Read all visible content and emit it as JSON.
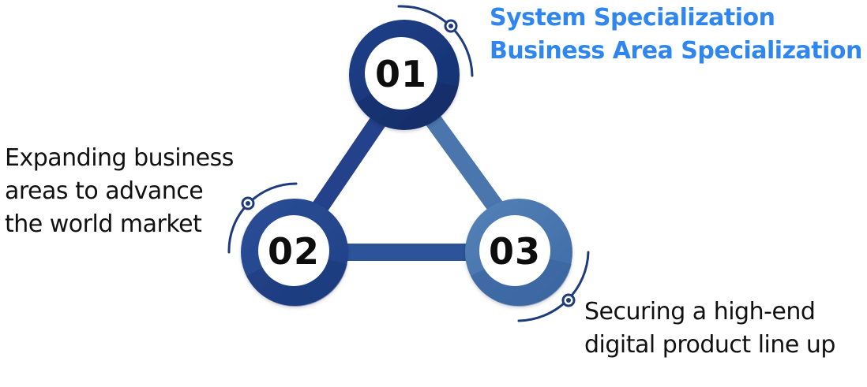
{
  "nodes": [
    {
      "number": "01",
      "caption_lines": [
        "System Specialization",
        "Business Area Specialization"
      ]
    },
    {
      "number": "02",
      "caption_lines": [
        "Expanding business",
        "areas to advance",
        "the world market"
      ]
    },
    {
      "number": "03",
      "caption_lines": [
        "Securing a high-end",
        "digital product line up"
      ]
    }
  ],
  "colors": {
    "node_01": "#1b3a82",
    "node_02": "#2a4d95",
    "node_03": "#4f7bb0",
    "connector_dark": "#24418c",
    "connector_light": "#4a76ad",
    "caption_highlight": "#2f86ef",
    "caption_text": "#111111",
    "arc": "#1d3b7d"
  }
}
